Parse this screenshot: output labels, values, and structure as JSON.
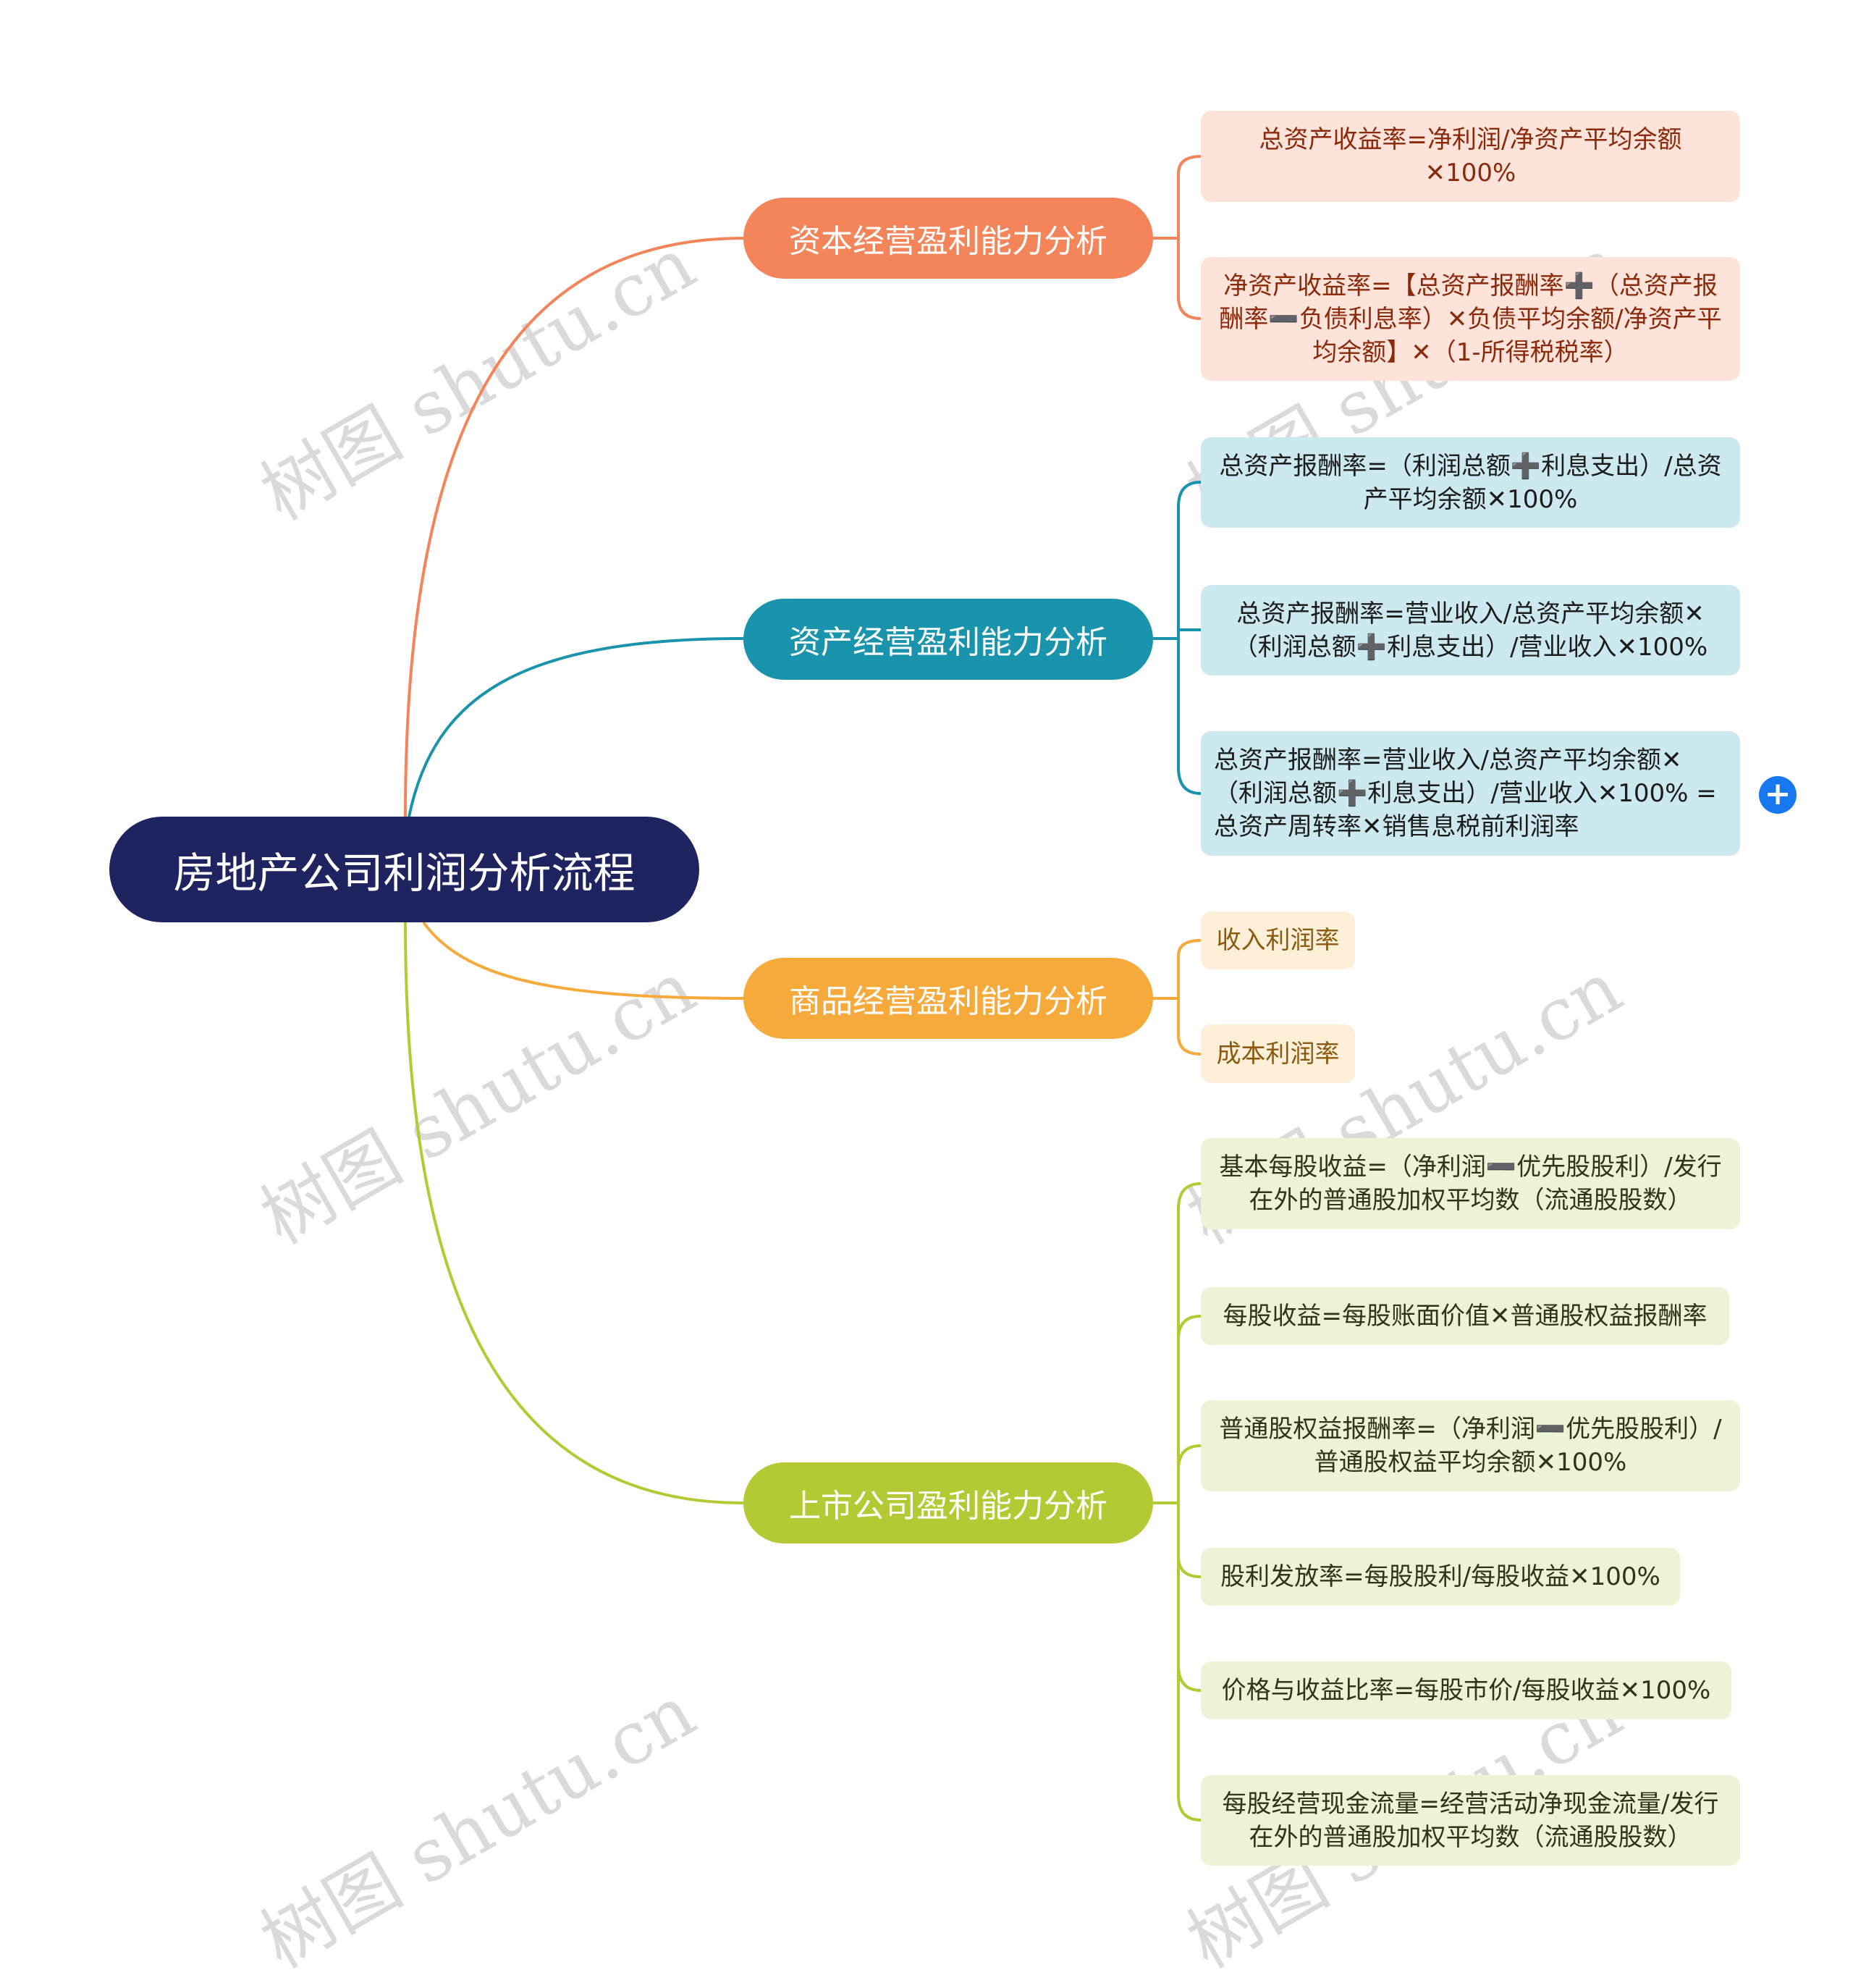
{
  "root": "房地产公司利润分析流程",
  "branches": [
    {
      "label": "资本经营盈利能力分析",
      "color": "#f4845a",
      "leaves": [
        "总资产收益率=净利润/净资产平均余额✕100%",
        "净资产收益率=【总资产报酬率➕（总资产报酬率➖负债利息率）✕负债平均余额/净资产平均余额】✕（1-所得税税率）"
      ]
    },
    {
      "label": "资产经营盈利能力分析",
      "color": "#1a93ac",
      "leaves": [
        "总资产报酬率=（利润总额➕利息支出）/总资产平均余额✕100%",
        "总资产报酬率=营业收入/总资产平均余额✕（利润总额➕利息支出）/营业收入✕100%",
        "总资产报酬率=营业收入/总资产平均余额✕（利润总额➕利息支出）/营业收入✕100% =总资产周转率✕销售息税前利润率"
      ]
    },
    {
      "label": "商品经营盈利能力分析",
      "color": "#f7aa3c",
      "leaves": [
        "收入利润率",
        "成本利润率"
      ]
    },
    {
      "label": "上市公司盈利能力分析",
      "color": "#b5c934",
      "leaves": [
        "基本每股收益=（净利润➖优先股股利）/发行在外的普通股加权平均数（流通股股数）",
        "每股收益=每股账面价值✕普通股权益报酬率",
        "普通股权益报酬率=（净利润➖优先股股利）/普通股权益平均余额✕100%",
        "股利发放率=每股股利/每股收益✕100%",
        "价格与收益比率=每股市价/每股收益✕100%",
        "每股经营现金流量=经营活动净现金流量/发行在外的普通股加权平均数（流通股股数）"
      ]
    }
  ],
  "expand_icon": "plus-icon",
  "watermark": "树图 shutu.cn"
}
